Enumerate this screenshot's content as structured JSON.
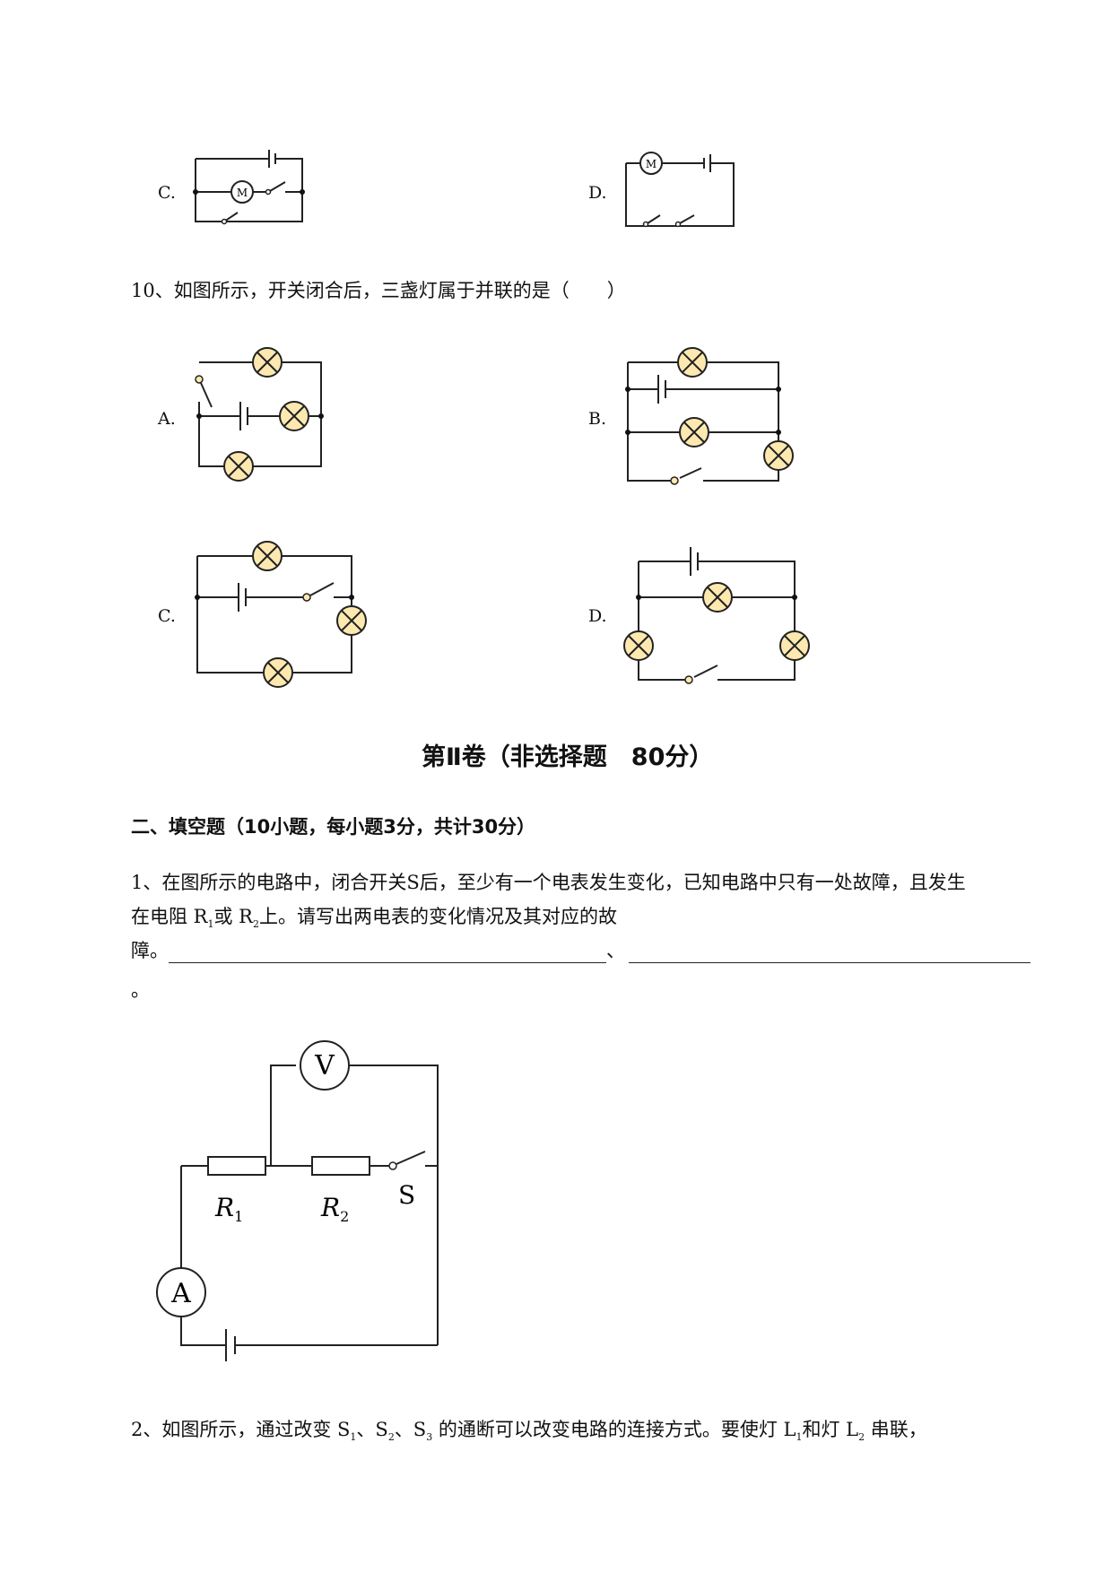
{
  "q9": {
    "opt_c": "C.",
    "opt_d": "D.",
    "motor_label": "M"
  },
  "q10": {
    "stem": "10、如图所示，开关闭合后，三盏灯属于并联的是（　　）",
    "opt_a": "A.",
    "opt_b": "B.",
    "opt_c": "C.",
    "opt_d": "D."
  },
  "section": {
    "title": "第Ⅱ卷（非选择题　80分）",
    "part": "二、填空题（10小题，每小题3分，共计30分）"
  },
  "fill1": {
    "line1": "1、在图所示的电路中，闭合开关S后，至少有一个电表发生变化，已知电路中只有一处故障，且发生",
    "line2_a": "在电阻 R",
    "line2_sub1": "1",
    "line2_b": "或 R",
    "line2_sub2": "2",
    "line2_c": "上。请写出两电表的变化情况及其对应的故",
    "line3_a": "障。",
    "line3_sep": "、",
    "line4": "。",
    "v_label": "V",
    "a_label": "A",
    "r1_label": "R",
    "r1_sub": "1",
    "r2_label": "R",
    "r2_sub": "2",
    "s_label": "S"
  },
  "fill2": {
    "a": "2、如图所示，通过改变 S",
    "s1": "1",
    "b": "、S",
    "s2": "2",
    "c": "、S",
    "s3": "3",
    "d": " 的通断可以改变电路的连接方式。要使灯 L",
    "l1": "1",
    "e": "和灯 L",
    "l2": "2",
    "f": " 串联，"
  }
}
